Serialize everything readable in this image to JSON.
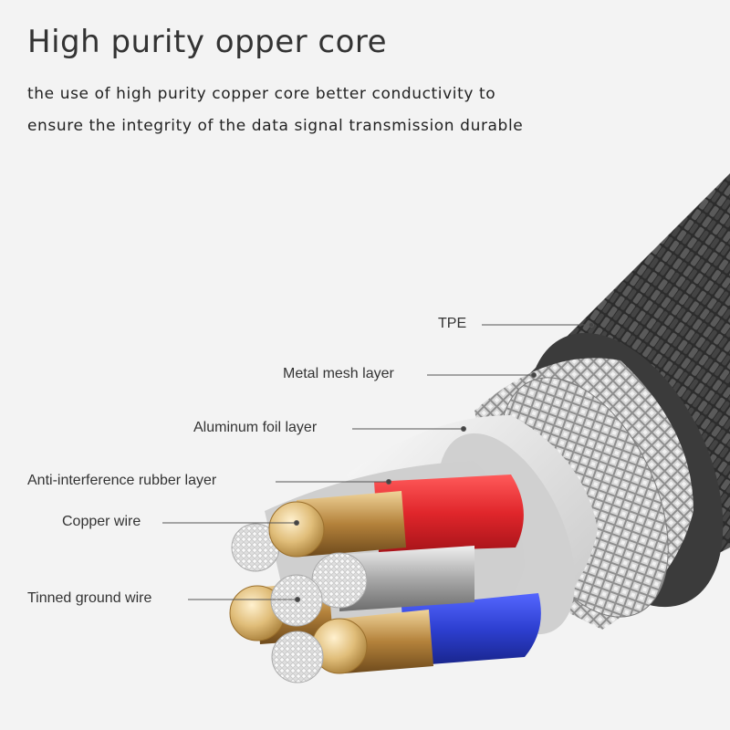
{
  "title": "High purity opper core",
  "description": [
    "the use of high purity copper core better conductivity to",
    "ensure the integrity of the data signal transmission durable"
  ],
  "labels": {
    "tpe": "TPE",
    "metal_mesh": "Metal mesh layer",
    "aluminum_foil": "Aluminum foil layer",
    "rubber": "Anti-interference rubber layer",
    "copper": "Copper wire",
    "ground": "Tinned ground wire"
  },
  "colors": {
    "background": "#f3f3f3",
    "braid": "#3a3a3a",
    "mesh": "#b9b9b9",
    "foil": "#e9e9ea",
    "red_insulation": "#e0262b",
    "blue_insulation": "#2d3fd0",
    "copper": "#d9b46f",
    "tinned": "#e6e6e6"
  }
}
